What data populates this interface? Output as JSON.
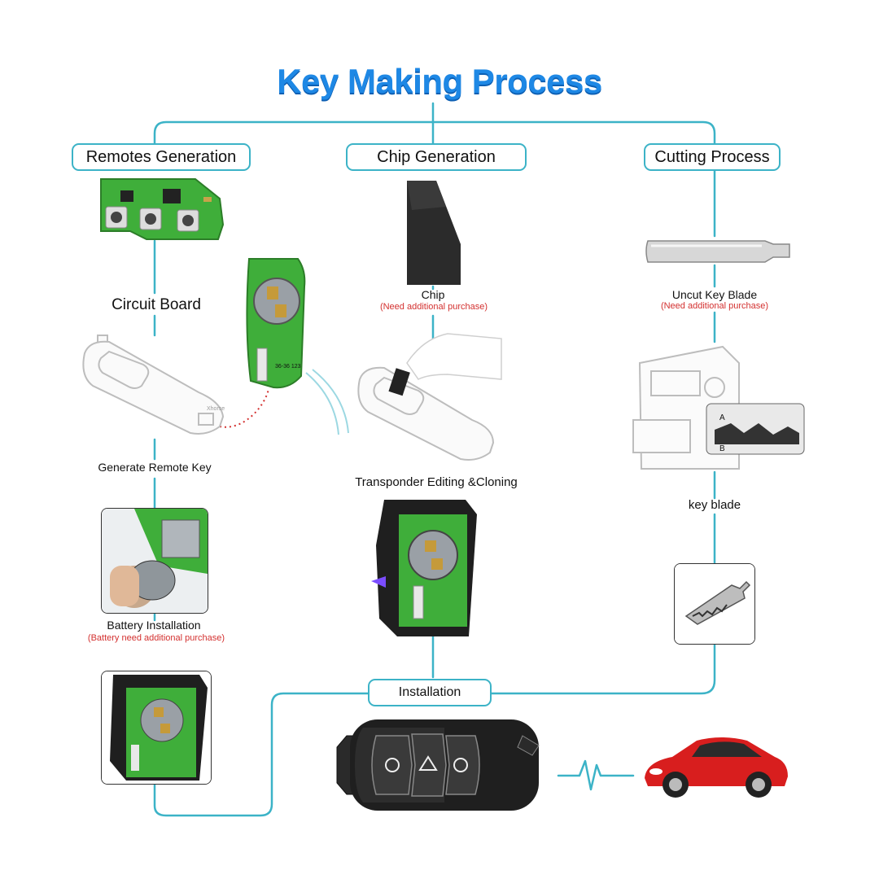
{
  "title": "Key Making Process",
  "sections": {
    "remotes": "Remotes Generation",
    "chip": "Chip Generation",
    "cutting": "Cutting Process",
    "installation": "Installation"
  },
  "labels": {
    "circuit_board": "Circuit Board",
    "generate_remote_key": "Generate Remote Key",
    "battery_installation": "Battery Installation",
    "battery_note": "(Battery need additional purchase)",
    "chip": "Chip",
    "chip_note": "(Need additional purchase)",
    "transponder": "Transponder Editing &Cloning",
    "uncut_blade": "Uncut Key  Blade",
    "blade_note": "(Need additional purchase)",
    "key_blade": "key blade"
  },
  "graphics": {
    "pcb_text": "36-36 123",
    "programmer_brand": "Xhorse",
    "profile_a": "A",
    "profile_b": "B"
  },
  "colors": {
    "line": "#3cb3c7",
    "title": "#1e88e5",
    "note": "#d3302f",
    "pcb": "#3fae3a",
    "car": "#d81e1e"
  }
}
